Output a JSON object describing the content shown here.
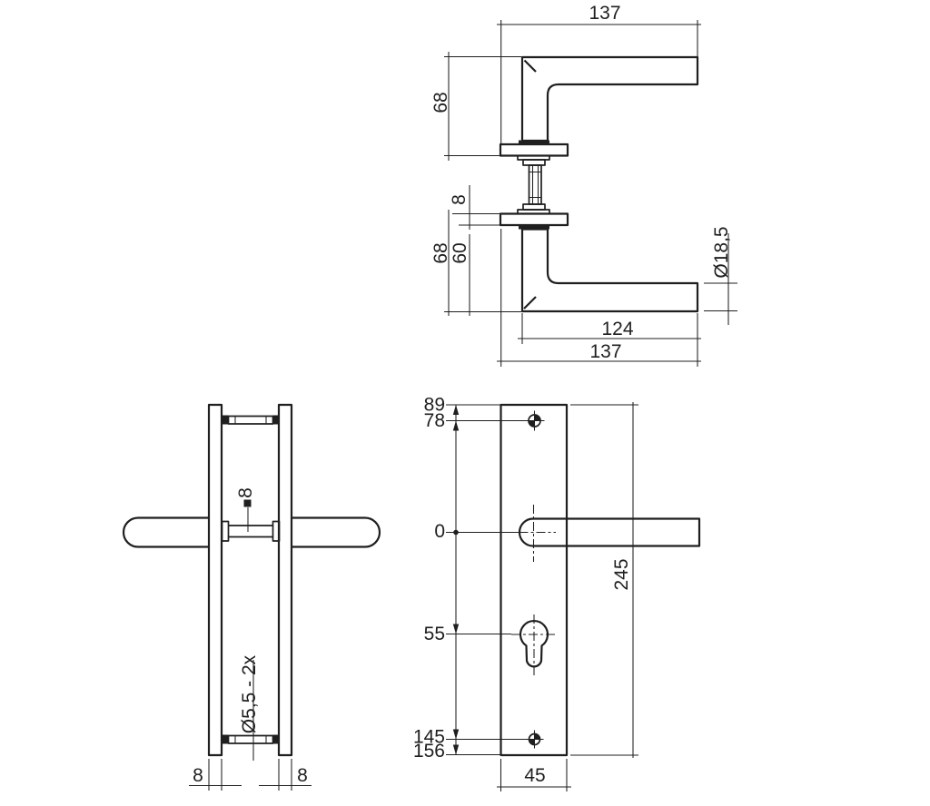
{
  "meta": {
    "background": "#ffffff",
    "ink": "#1f1f1f",
    "drawing_type": "door handle with backplate technical drawing"
  },
  "views": {
    "lever_side": {
      "dim_width_top": "137",
      "dim_height_upper": "68",
      "dim_rosette_thickness": "8",
      "dim_height_lower": "68",
      "dim_neck_height": "60",
      "dim_bar_diameter": "Ø18,5",
      "dim_arm_length": "124",
      "dim_width_bottom": "137"
    },
    "handleset_side": {
      "dim_spindle_square": "8",
      "dim_screw_holes": "Ø5,5 - 2x",
      "dim_plate_thickness_left": "8",
      "dim_plate_thickness_right": "8"
    },
    "backplate_front": {
      "ord_top_edge": "89",
      "ord_top_screw": "78",
      "ord_handle_center": "0",
      "ord_cylinder_center": "55",
      "ord_bottom_screw": "145",
      "ord_bottom_edge": "156",
      "dim_plate_length": "245",
      "dim_plate_width": "45"
    }
  }
}
